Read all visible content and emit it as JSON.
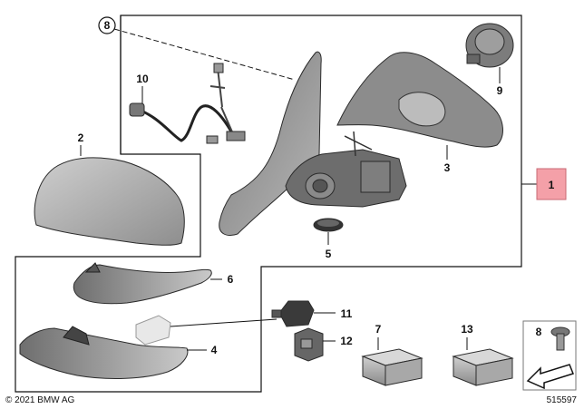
{
  "callouts": {
    "p1": "1",
    "p2": "2",
    "p3": "3",
    "p4": "4",
    "p5": "5",
    "p6": "6",
    "p7": "7",
    "p8": "8",
    "p8b": "8",
    "p9": "9",
    "p10": "10",
    "p11": "11",
    "p12": "12",
    "p13": "13"
  },
  "footer": {
    "copyright": "© 2021 BMW AG",
    "diagram_number": "515597"
  },
  "colors": {
    "highlight": "#f4a0a8",
    "part_gray": "#9a9a9a",
    "part_dark": "#555555"
  }
}
